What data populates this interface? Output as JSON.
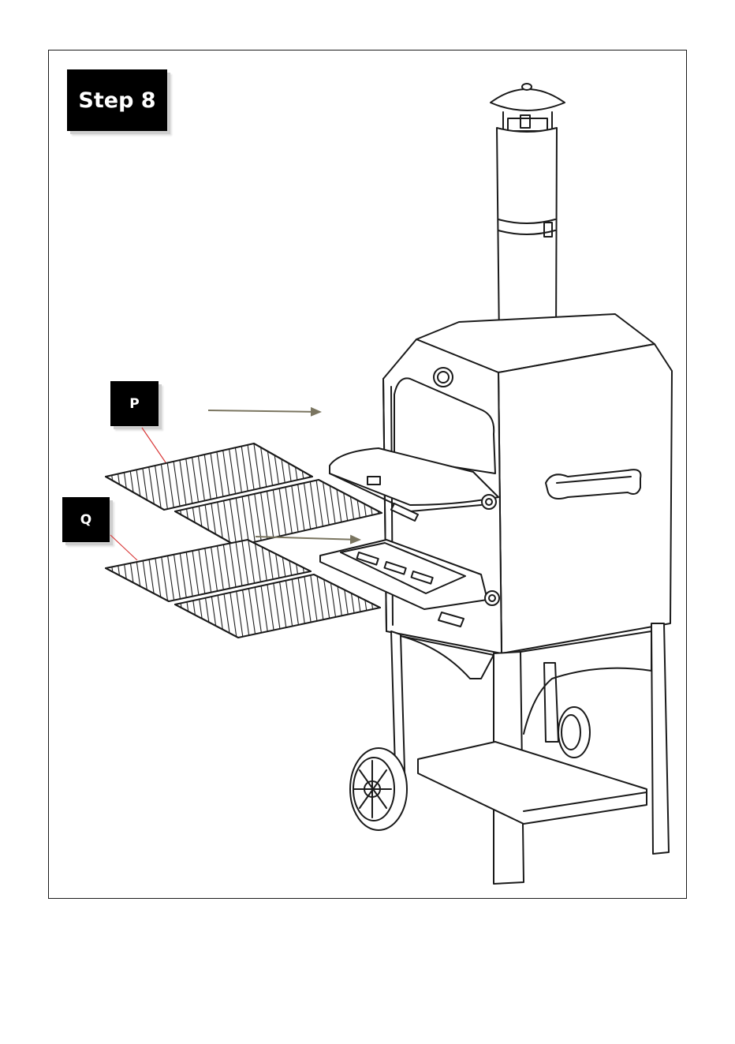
{
  "step": {
    "label": "Step 8"
  },
  "parts": [
    {
      "id": "p",
      "label": "P",
      "description_leader_color": "#d93a3a"
    },
    {
      "id": "q",
      "label": "Q",
      "description_leader_color": "#d93a3a"
    }
  ],
  "colors": {
    "line": "#1a1a1a",
    "arrow": "#7a7560",
    "leader": "#d93a3a",
    "label_bg": "#000000",
    "label_text": "#ffffff"
  }
}
